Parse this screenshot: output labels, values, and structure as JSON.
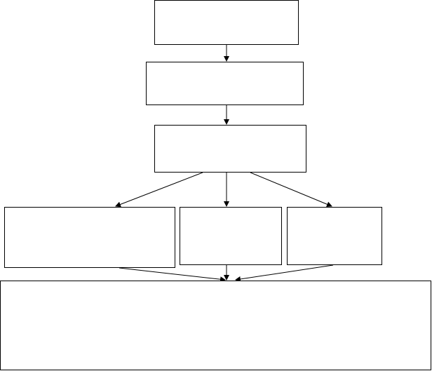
{
  "diagram": {
    "nodes": [
      {
        "id": "box-1",
        "text": ""
      },
      {
        "id": "box-2",
        "text": ""
      },
      {
        "id": "box-3",
        "text": ""
      },
      {
        "id": "box-4",
        "text": ""
      },
      {
        "id": "box-5",
        "text": ""
      },
      {
        "id": "box-6",
        "text": ""
      },
      {
        "id": "box-7",
        "text": ""
      }
    ],
    "edges": [
      {
        "from": "box-1",
        "to": "box-2"
      },
      {
        "from": "box-2",
        "to": "box-3"
      },
      {
        "from": "box-3",
        "to": "box-4"
      },
      {
        "from": "box-3",
        "to": "box-5"
      },
      {
        "from": "box-3",
        "to": "box-6"
      },
      {
        "from": "box-4",
        "to": "box-7"
      },
      {
        "from": "box-5",
        "to": "box-7"
      },
      {
        "from": "box-6",
        "to": "box-7"
      }
    ],
    "line_color": "#000000",
    "background_color": "#ffffff"
  }
}
